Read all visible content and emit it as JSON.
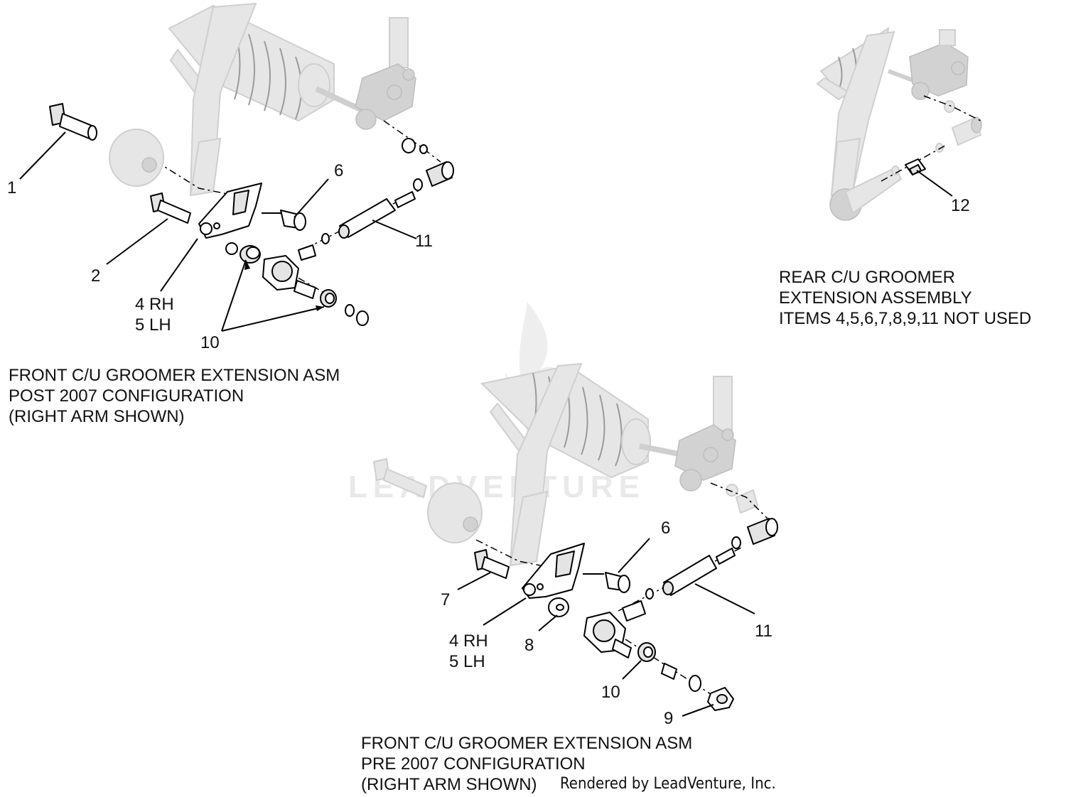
{
  "diagrams": {
    "front_post_2007": {
      "caption": [
        "FRONT C/U GROOMER EXTENSION ASM",
        "POST 2007 CONFIGURATION",
        "(RIGHT ARM SHOWN)"
      ],
      "callouts": {
        "c1": "1",
        "c2": "2",
        "c4": [
          "4 RH",
          "5 LH"
        ],
        "c6": "6",
        "c10": "10",
        "c11": "11"
      }
    },
    "rear": {
      "caption": [
        "REAR C/U GROOMER",
        "EXTENSION ASSEMBLY",
        "ITEMS 4,5,6,7,8,9,11 NOT USED"
      ],
      "callouts": {
        "c12": "12"
      }
    },
    "front_pre_2007": {
      "caption": [
        "FRONT C/U GROOMER EXTENSION ASM",
        "PRE 2007 CONFIGURATION",
        "(RIGHT ARM SHOWN)"
      ],
      "callouts": {
        "c4": [
          "4 RH",
          "5 LH"
        ],
        "c6": "6",
        "c7": "7",
        "c8": "8",
        "c9": "9",
        "c10": "10",
        "c11": "11"
      }
    }
  },
  "watermark": {
    "text": "LEADVENTURE"
  },
  "credit": "Rendered by LeadVenture, Inc.",
  "colors": {
    "line": "#000000",
    "ghost": "#e6e6e6",
    "watermark": "#e9e9e9"
  }
}
